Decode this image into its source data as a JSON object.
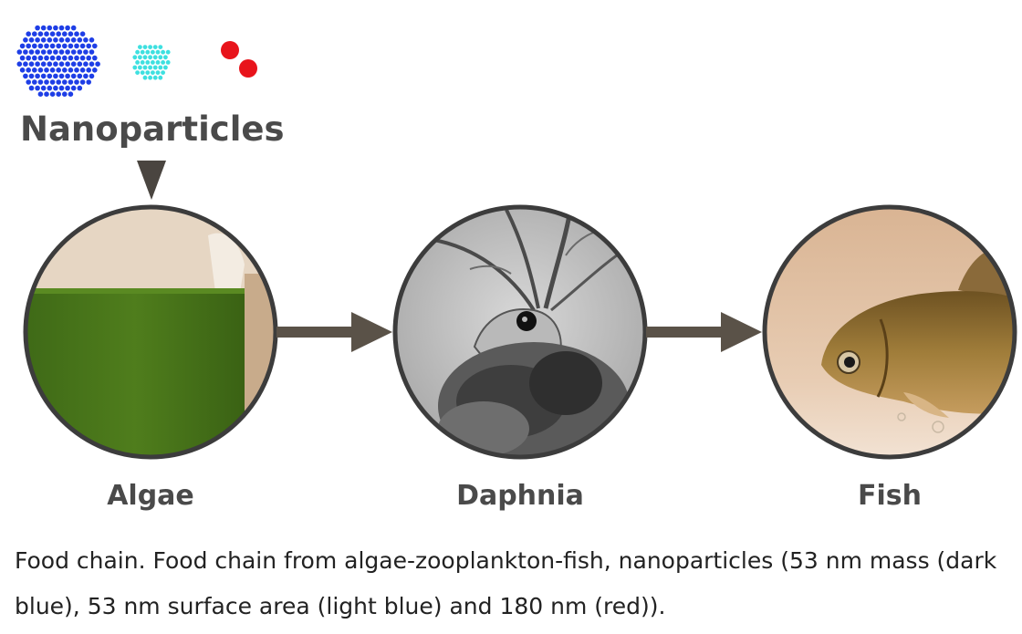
{
  "title": "Nanoparticles",
  "nodes": [
    {
      "label": "Algae",
      "image": "algae-culture-photo"
    },
    {
      "label": "Daphnia",
      "image": "daphnia-micrograph"
    },
    {
      "label": "Fish",
      "image": "fish-photo"
    }
  ],
  "particle_colors": {
    "dark_blue": "#1e3ee6",
    "light_blue": "#3ee0e0",
    "red": "#e8141b"
  },
  "caption": "Food chain. Food chain from algae-zooplankton-fish, nanoparticles (53 nm mass (dark blue), 53 nm surface area (light blue) and 180 nm (red))."
}
